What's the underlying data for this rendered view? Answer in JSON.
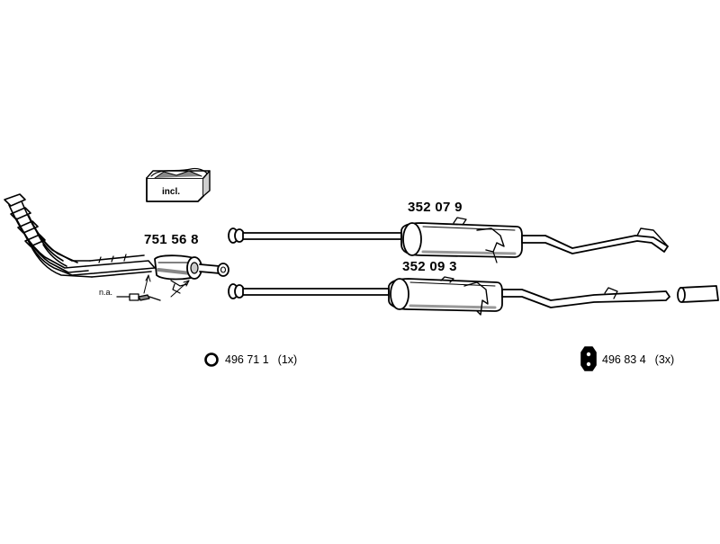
{
  "colors": {
    "line": "#000000",
    "fill_light": "#ffffff",
    "fill_shade": "#9a9a9a"
  },
  "labels": {
    "incl": "incl.",
    "na": "n.a."
  },
  "parts": {
    "catalyst": "751 56 8",
    "rear_silencer_top": "352 07 9",
    "rear_silencer_bottom": "352 09 3"
  },
  "legend": [
    {
      "icon": "ring-icon",
      "number": "496 71 1",
      "qty": "(1x)"
    },
    {
      "icon": "rubber-mount-icon",
      "number": "496 83 4",
      "qty": "(3x)"
    }
  ]
}
